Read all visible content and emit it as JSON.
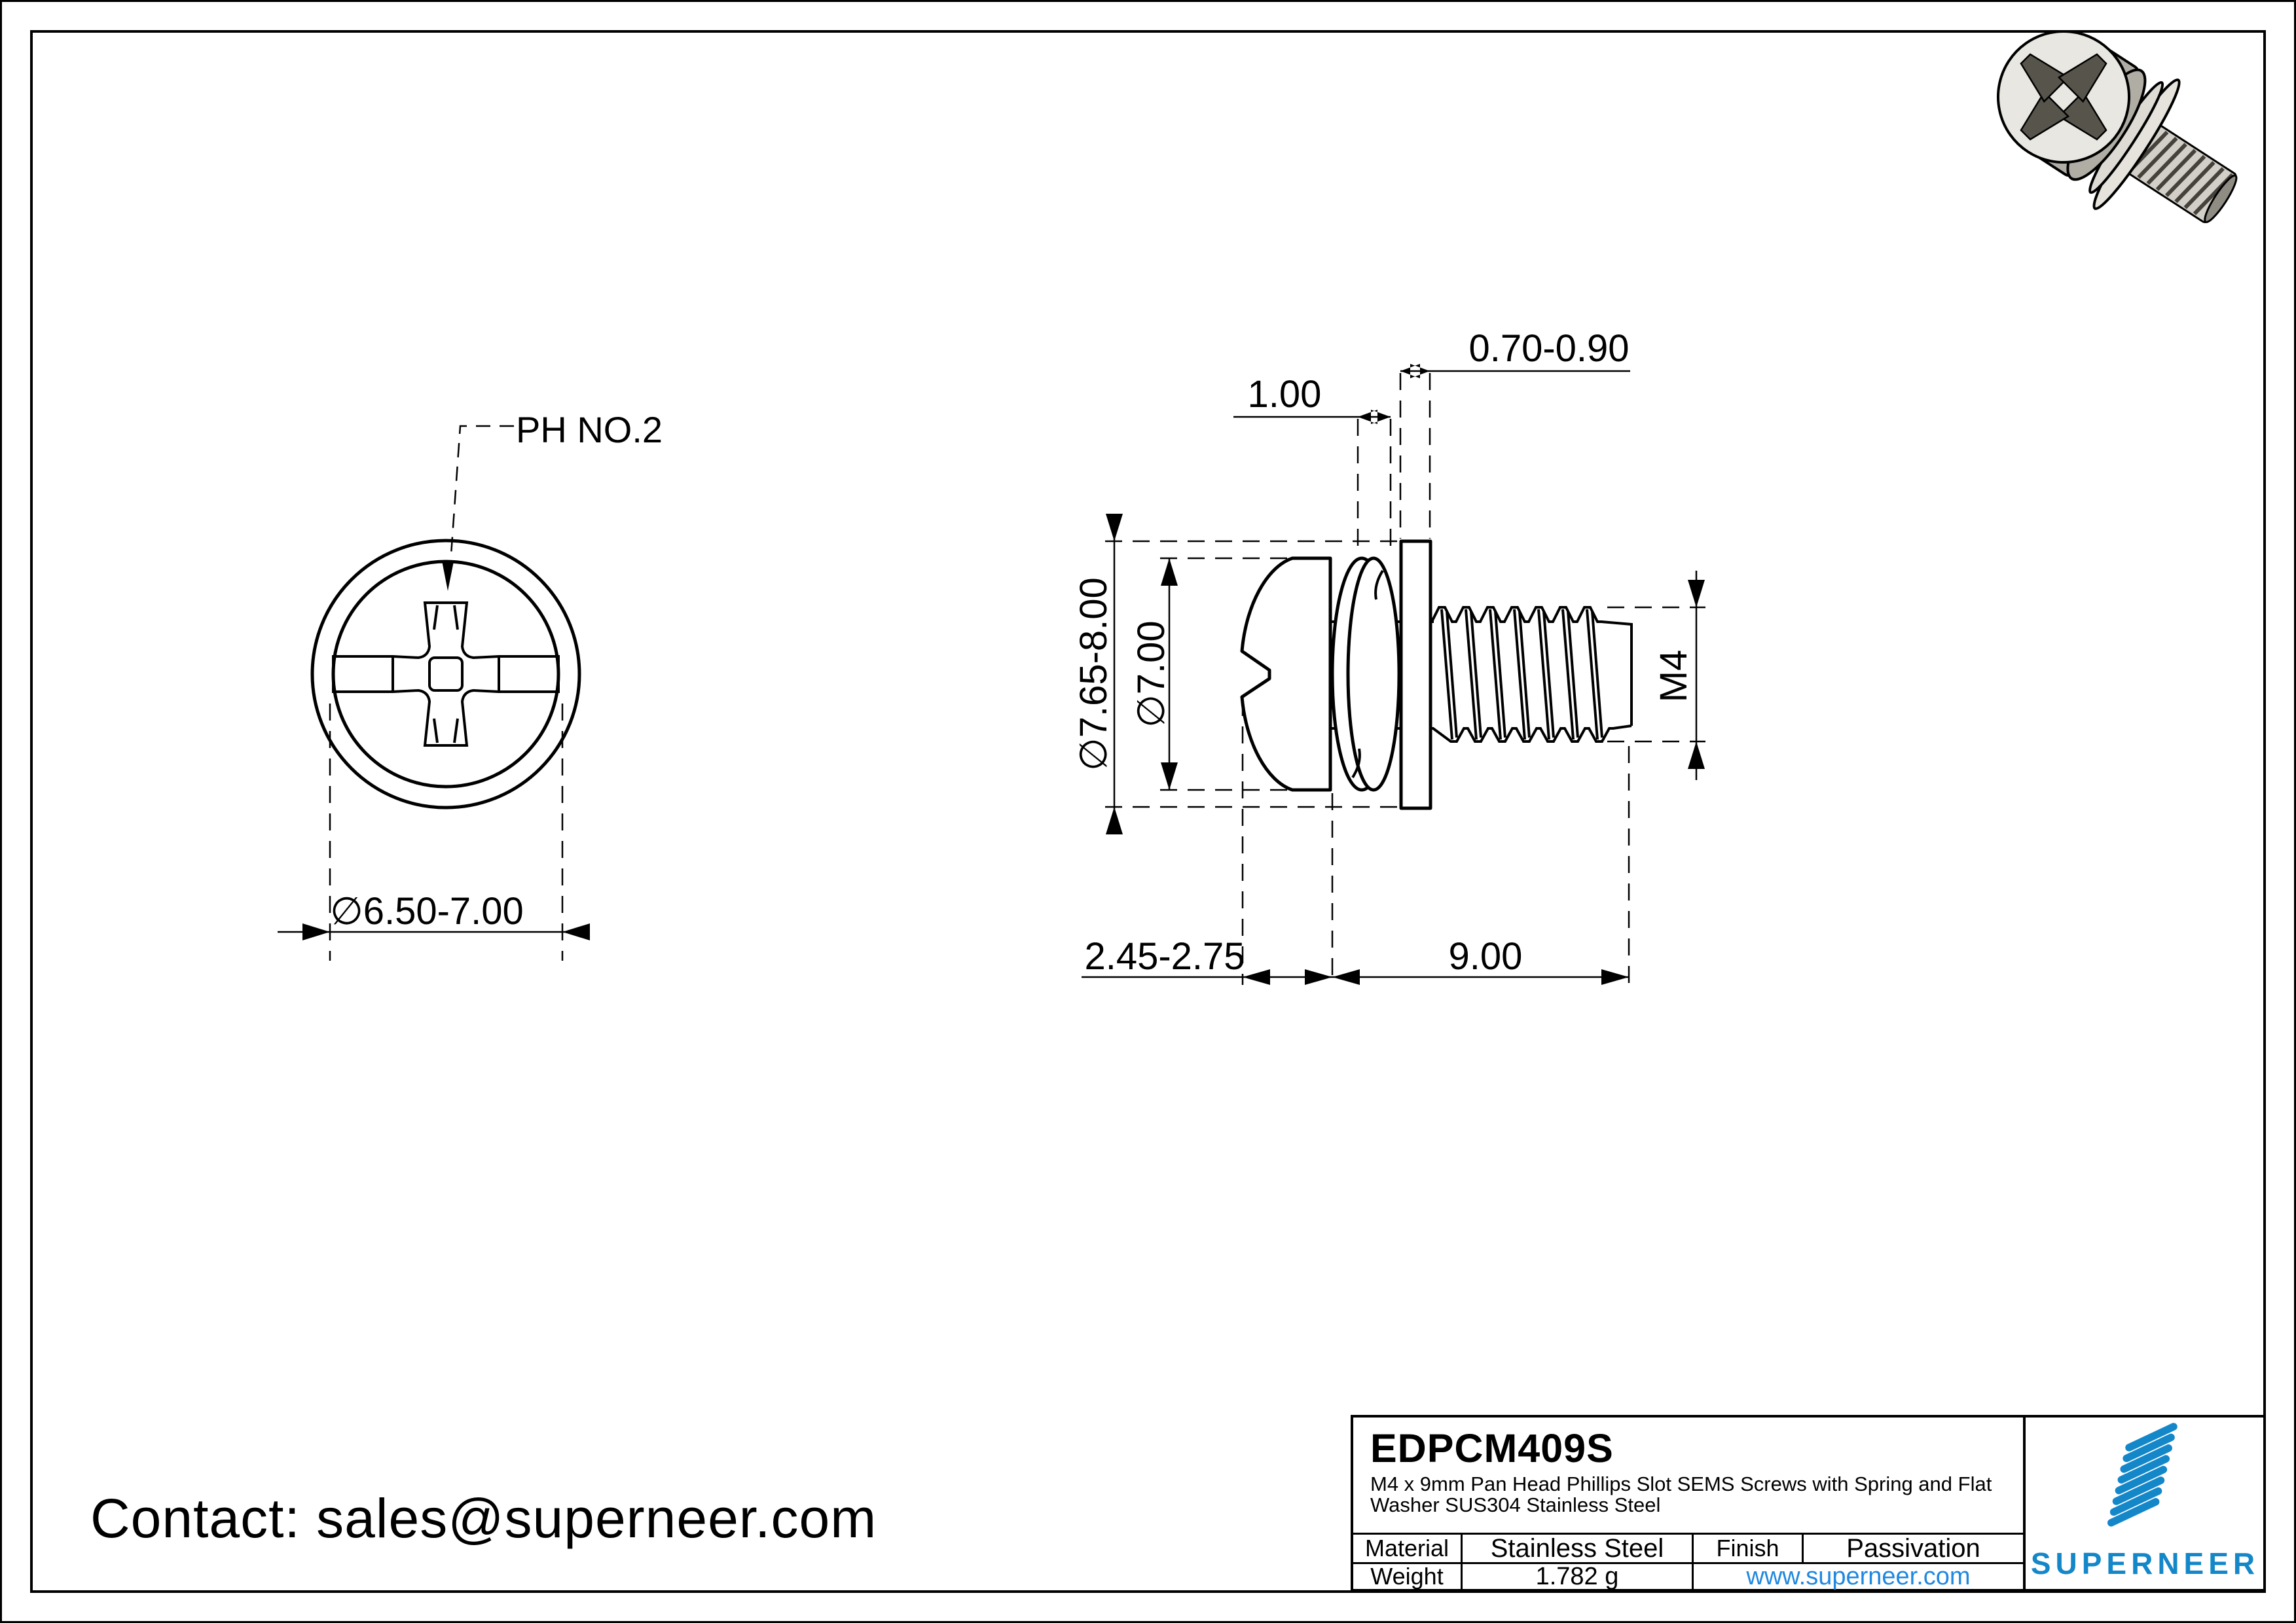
{
  "contact_line": "Contact: sales@superneer.com",
  "views": {
    "front": {
      "drive_label": "PH NO.2",
      "dim_head_od": "∅6.50-7.00"
    },
    "side": {
      "dim_flat_washer_thickness": "0.70-0.90",
      "dim_spring_washer_width": "1.00",
      "dim_flat_washer_od": "∅7.65-8.00",
      "dim_head_od": "∅7.00",
      "dim_thread": "M4",
      "dim_head_height": "2.45-2.75",
      "dim_length": "9.00"
    }
  },
  "title_block": {
    "part_number": "EDPCM409S",
    "description": "M4 x 9mm Pan Head Phillips Slot SEMS Screws with Spring and Flat Washer SUS304 Stainless Steel",
    "material_label": "Material",
    "material_value": "Stainless Steel",
    "finish_label": "Finish",
    "finish_value": "Passivation",
    "weight_label": "Weight",
    "weight_value": "1.782 g",
    "website": "www.superneer.com",
    "brand_name": "SUPERNEER"
  },
  "colors": {
    "brand_blue": "#1487c9",
    "link_blue": "#1f88e0"
  }
}
